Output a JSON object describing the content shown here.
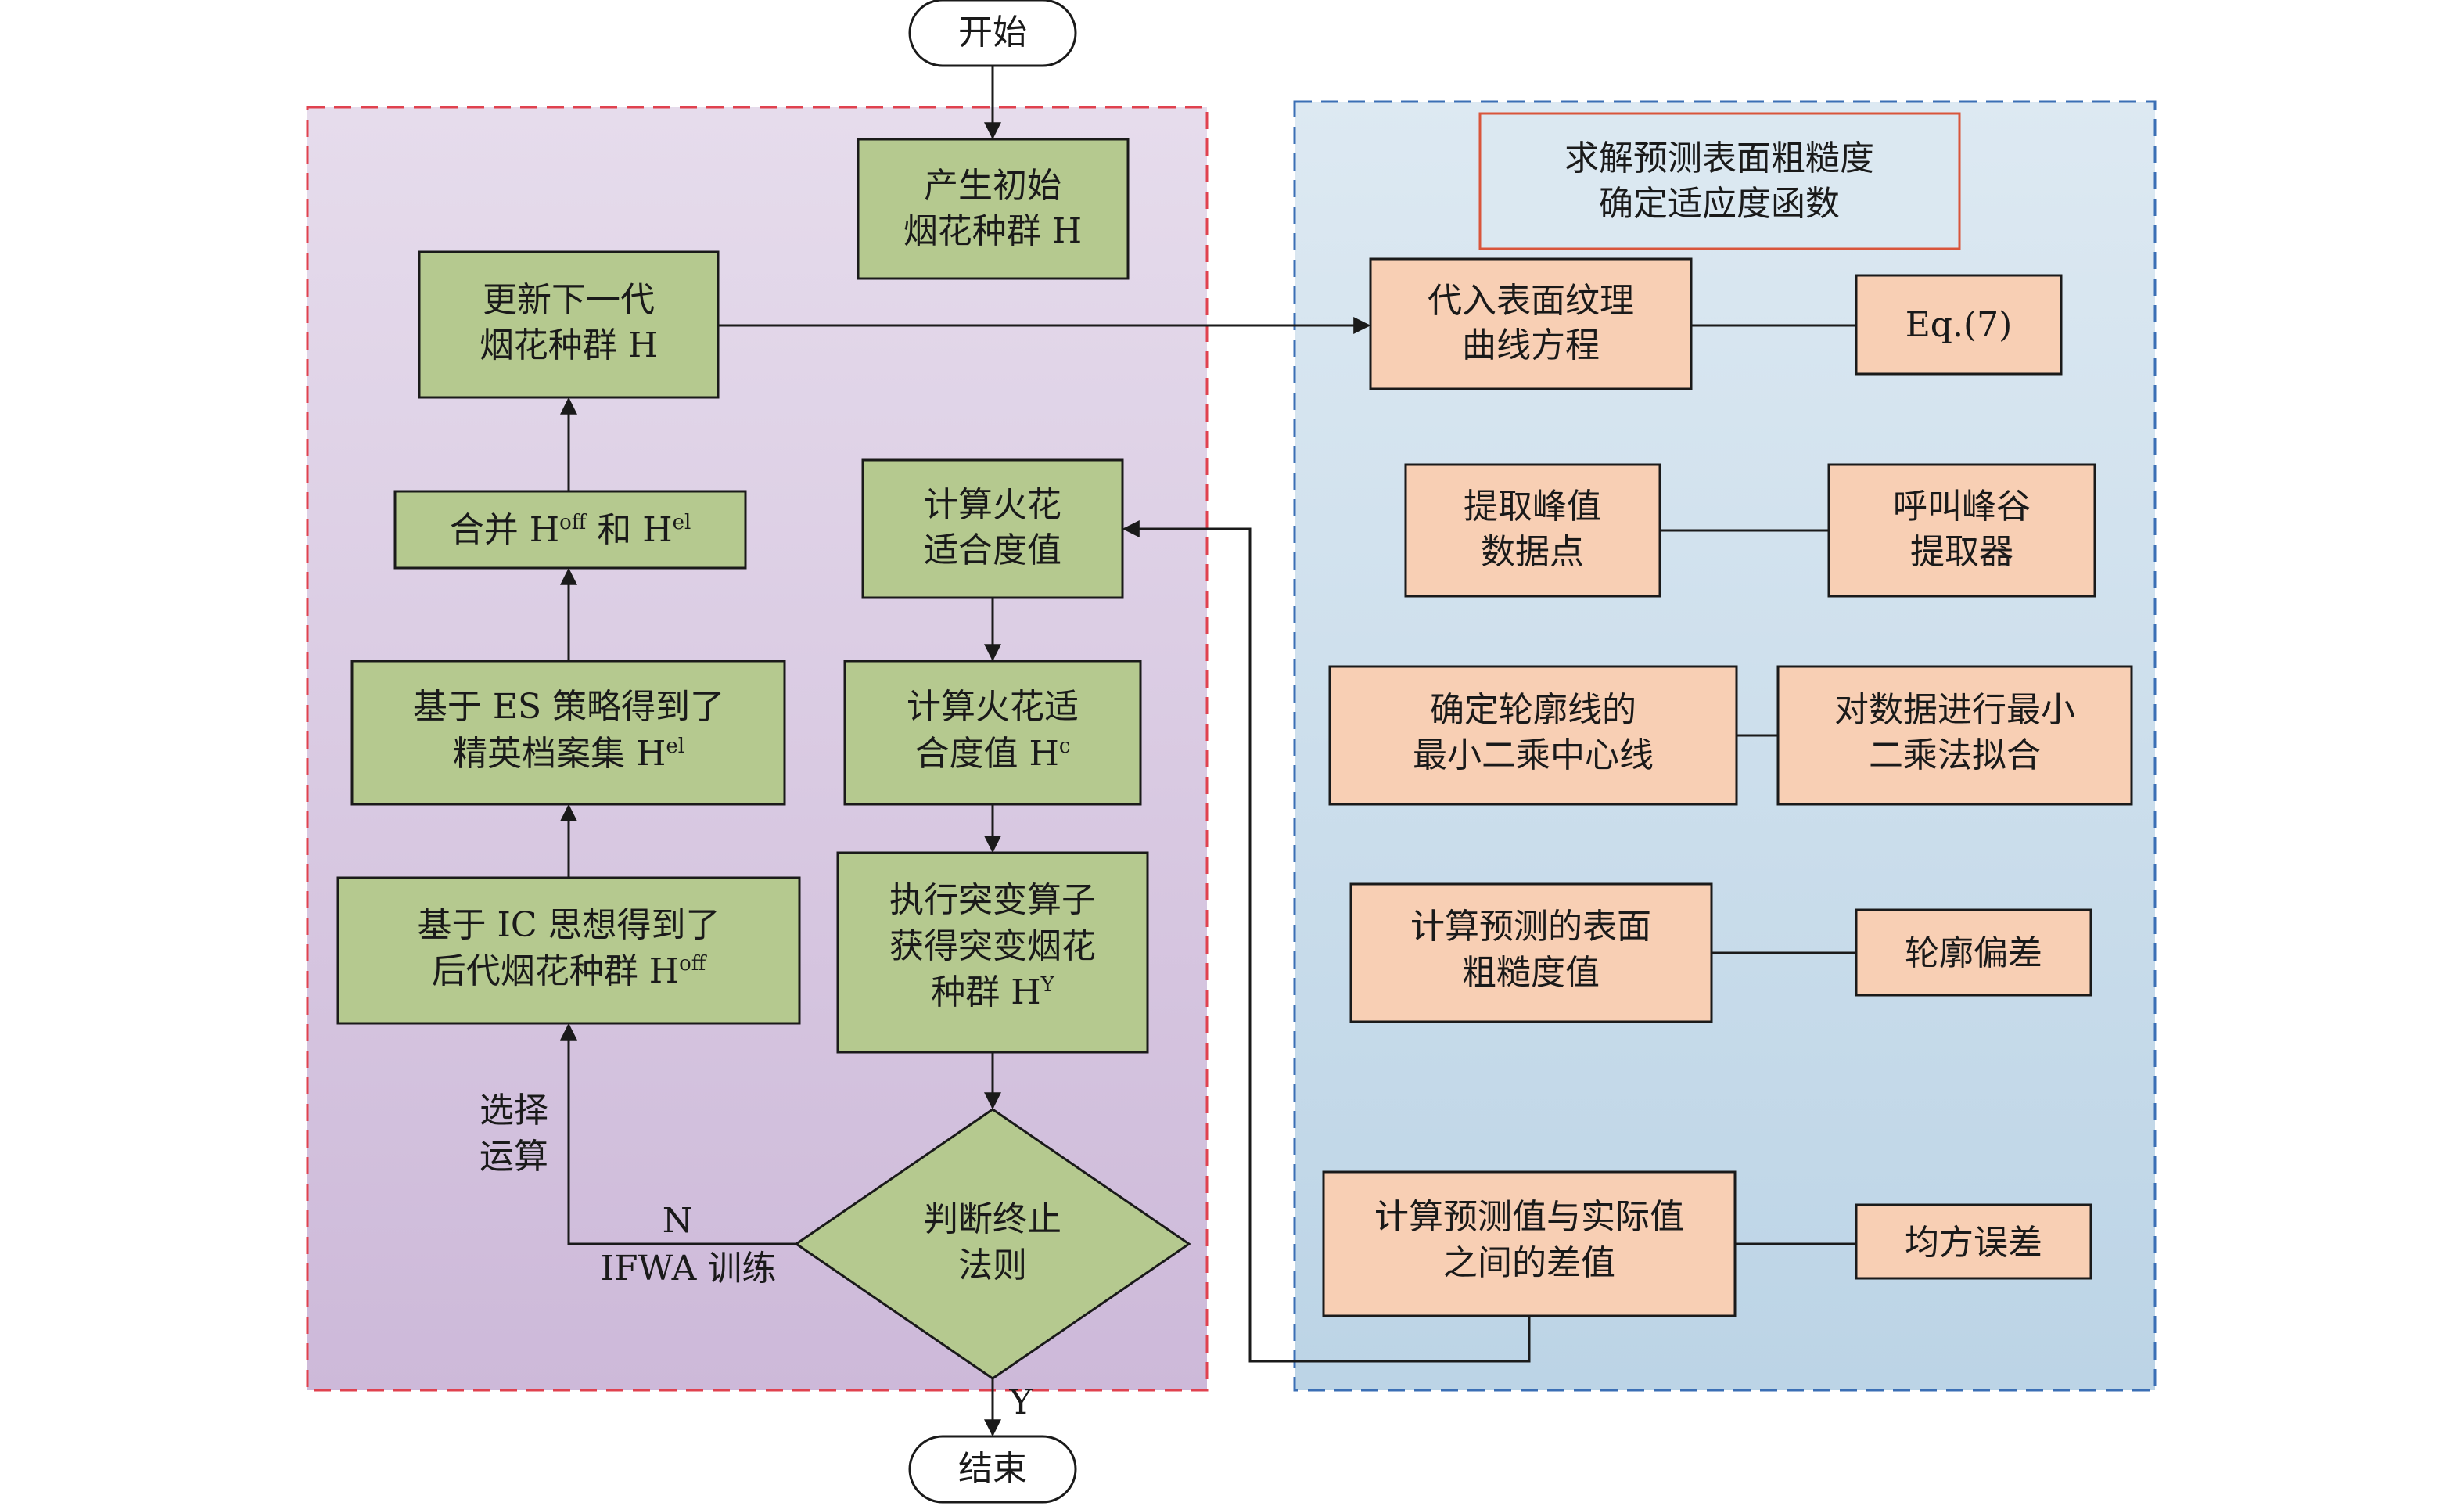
{
  "start": "开始",
  "end": "结束",
  "left_panel": {
    "label_line1": "IFWA 训练",
    "nodes": {
      "init": [
        "产生初始",
        "烟花种群 H"
      ],
      "update": [
        "更新下一代",
        "烟花种群 H"
      ],
      "merge": {
        "prefix": "合并 H",
        "sup1": "off",
        "mid": " 和 H",
        "sup2": "el"
      },
      "elite": {
        "line1": "基于 ES 策略得到了",
        "line2_prefix": "精英档案集 H",
        "line2_sup": "el"
      },
      "offspring": {
        "line1": "基于 IC 思想得到了",
        "line2_prefix": "后代烟花种群 H",
        "line2_sup": "off"
      },
      "spark_fit": [
        "计算火花",
        "适合度值"
      ],
      "spark_fit2": {
        "line1": "计算火花适",
        "line2_prefix": "合度值 H",
        "line2_sup": "c"
      },
      "mutation": {
        "line1": "执行突变算子",
        "line2": "获得突变烟花",
        "line3_prefix": "种群 H",
        "line3_sup": "Y"
      },
      "decision": [
        "判断终止",
        "法则"
      ]
    },
    "edge_labels": {
      "select": [
        "选择",
        "运算"
      ],
      "no": "N",
      "yes": "Y"
    }
  },
  "right_panel": {
    "header": [
      "求解预测表面粗糙度",
      "确定适应度函数"
    ],
    "nodes": {
      "substitute": [
        "代入表面纹理",
        "曲线方程"
      ],
      "eq": "Eq.(7)",
      "peak": [
        "提取峰值",
        "数据点"
      ],
      "extractor": [
        "呼叫峰谷",
        "提取器"
      ],
      "centerline": [
        "确定轮廓线的",
        "最小二乘中心线"
      ],
      "lsq": [
        "对数据进行最小",
        "二乘法拟合"
      ],
      "roughness": [
        "计算预测的表面",
        "粗糙度值"
      ],
      "deviation": "轮廓偏差",
      "diff": [
        "计算预测值与实际值",
        "之间的差值"
      ],
      "mse": "均方误差"
    }
  },
  "colors": {
    "green_fill": "#b5c98f",
    "orange_fill": "#f8cfb4",
    "left_bg": "#d8c8e0",
    "right_bg": "#cfdfec",
    "left_border": "#e0424f",
    "right_border": "#3b6fb5",
    "header_border": "#d9553b"
  }
}
